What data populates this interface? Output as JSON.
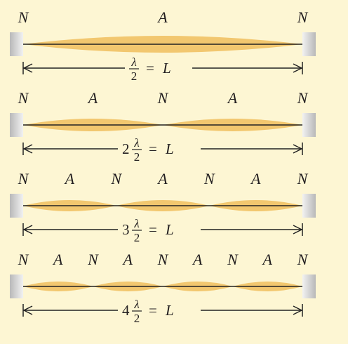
{
  "colors": {
    "background": "#fdf6d3",
    "envelope": "#f2c76f",
    "string": "#222222",
    "wall_light": "#f2f2f2",
    "wall_dark": "#b8b8b8",
    "text": "#231f20"
  },
  "rows": [
    {
      "harmonic": 1,
      "labels": [
        "N",
        "A",
        "N"
      ],
      "equation": {
        "coefficient": "",
        "numerator": "λ",
        "denominator": "2",
        "equals": "=",
        "rhs": "L"
      }
    },
    {
      "harmonic": 2,
      "labels": [
        "N",
        "A",
        "N",
        "A",
        "N"
      ],
      "equation": {
        "coefficient": "2",
        "numerator": "λ",
        "denominator": "2",
        "equals": "=",
        "rhs": "L"
      }
    },
    {
      "harmonic": 3,
      "labels": [
        "N",
        "A",
        "N",
        "A",
        "N",
        "A",
        "N"
      ],
      "equation": {
        "coefficient": "3",
        "numerator": "λ",
        "denominator": "2",
        "equals": "=",
        "rhs": "L"
      }
    },
    {
      "harmonic": 4,
      "labels": [
        "N",
        "A",
        "N",
        "A",
        "N",
        "A",
        "N",
        "A",
        "N"
      ],
      "equation": {
        "coefficient": "4",
        "numerator": "λ",
        "denominator": "2",
        "equals": "=",
        "rhs": "L"
      }
    }
  ]
}
